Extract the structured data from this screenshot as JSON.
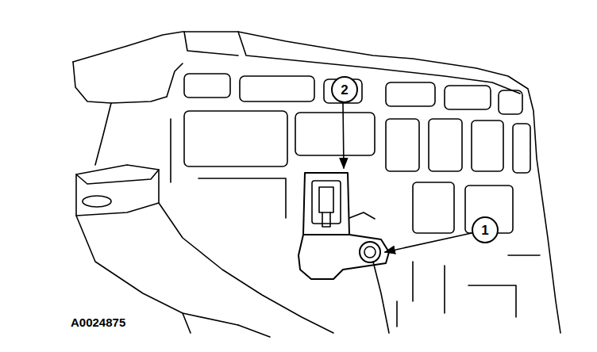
{
  "diagram": {
    "nodes": [
      {
        "text": [
          "2"
        ]
      },
      {
        "text": [
          "1"
        ]
      }
    ],
    "labels": [
      "A0024875"
    ]
  }
}
